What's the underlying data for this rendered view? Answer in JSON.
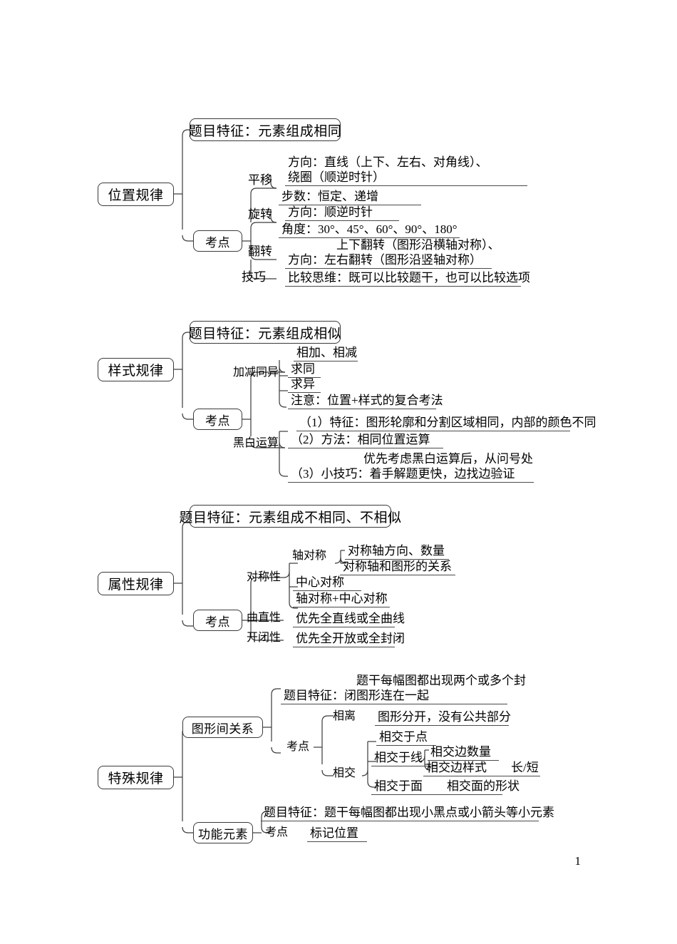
{
  "document": {
    "page_number": "1",
    "type": "mind-map"
  },
  "sections": [
    {
      "id": "position",
      "root": "位置规律",
      "feature": "题目特征：元素组成相同",
      "branch_label": "考点",
      "items": [
        {
          "label": "平移",
          "rows": [
            {
              "text": "方向：直线（上下、左右、对角线）、\n绕圈（顺逆时针）"
            },
            {
              "text": "步数：恒定、递增"
            }
          ]
        },
        {
          "label": "旋转",
          "rows": [
            {
              "text": "方向：顺逆时针"
            },
            {
              "text": "角度：30°、45°、60°、90°、180°"
            }
          ]
        },
        {
          "label": "翻转",
          "rows": [
            {
              "text": "　　　　上下翻转（图形沿横轴对称）、\n方向：左右翻转（图形沿竖轴对称）"
            }
          ]
        },
        {
          "label": "技巧",
          "rows": [
            {
              "text": "比较思维：既可以比较题干，也可以比较选项"
            }
          ]
        }
      ]
    },
    {
      "id": "style",
      "root": "样式规律",
      "feature": "题目特征：元素组成相似",
      "branch_label": "考点",
      "items": [
        {
          "label": "加减同异",
          "rows": [
            {
              "text": "相加、相减"
            },
            {
              "text": "求同"
            },
            {
              "text": "求异"
            },
            {
              "text": "注意：位置+样式的复合考法"
            }
          ]
        },
        {
          "label": "黑白运算",
          "rows": [
            {
              "text": "（1）特征：图形轮廓和分割区域相同，内部的颜色不同"
            },
            {
              "text": "（2）方法：相同位置运算"
            },
            {
              "text": "　　　　　　优先考虑黑白运算后，从问号处\n（3）小技巧：着手解题更快，边找边验证"
            }
          ]
        }
      ]
    },
    {
      "id": "attribute",
      "root": "属性规律",
      "feature": "题目特征：元素组成不相同、不相似",
      "branch_label": "考点",
      "items": [
        {
          "label": "对称性",
          "rows": [
            {
              "text": "轴对称",
              "children": [
                "对称轴方向、数量",
                "对称轴和图形的关系"
              ]
            },
            {
              "text": "中心对称"
            },
            {
              "text": "轴对称+中心对称"
            }
          ]
        },
        {
          "label": "曲直性",
          "rows": [
            {
              "text": "优先全直线或全曲线"
            }
          ]
        },
        {
          "label": "开闭性",
          "rows": [
            {
              "text": "优先全开放或全封闭"
            }
          ]
        }
      ]
    },
    {
      "id": "special",
      "root": "特殊规律",
      "branches": [
        {
          "node": "图形间关系",
          "feature": "　　　　　　题干每幅图都出现两个或多个封\n题目特征：闭图形连在一起",
          "branch_label": "考点",
          "items": [
            {
              "label": "相离",
              "text": "图形分开，没有公共部分"
            },
            {
              "label": "相交",
              "rows": [
                {
                  "text": "相交于点"
                },
                {
                  "text": "相交于线",
                  "children": [
                    "相交边数量",
                    "相交边样式　　长/短"
                  ]
                },
                {
                  "text": "相交于面　　相交面的形状"
                }
              ]
            }
          ]
        },
        {
          "node": "功能元素",
          "feature": "题目特征：题干每幅图都出现小黑点或小箭头等小元素",
          "branch_label": "考点",
          "point": "标记位置"
        }
      ]
    }
  ],
  "colors": {
    "line": "#3a3a3a",
    "text": "#000000",
    "background": "#ffffff"
  }
}
